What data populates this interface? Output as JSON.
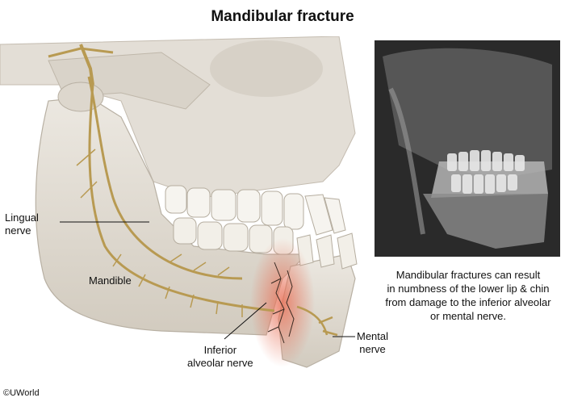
{
  "title": "Mandibular fracture",
  "labels": {
    "lingual": [
      "Lingual",
      "nerve"
    ],
    "mandible": "Mandible",
    "inferior_alveolar": [
      "Inferior",
      "alveolar nerve"
    ],
    "mental": [
      "Mental",
      "nerve"
    ]
  },
  "caption": [
    "Mandibular fractures can result",
    "in numbness of the lower lip & chin",
    "from damage to the inferior alveolar",
    "or mental nerve."
  ],
  "credit": "©UWorld",
  "colors": {
    "bone": "#e6e1d9",
    "bone_shadow": "#c9c2b6",
    "nerve": "#b89a52",
    "fracture_glow": "#e8735a",
    "xray_bg": "#2a2a2a"
  }
}
